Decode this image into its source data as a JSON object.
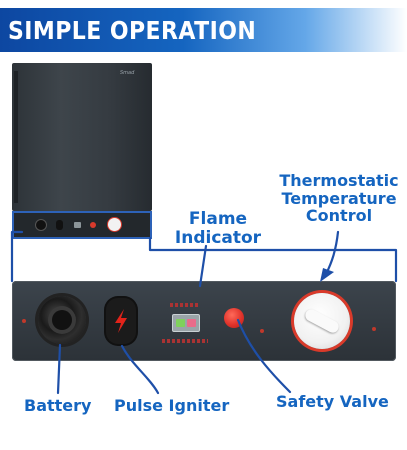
{
  "banner": {
    "title": "SIMPLE OPERATION"
  },
  "labels": {
    "thermostat": [
      "Thermostatic",
      "Temperature",
      "Control"
    ],
    "flame": [
      "Flame",
      "Indicator"
    ],
    "battery": "Battery",
    "pulse_igniter": "Pulse Igniter",
    "safety_valve": "Safety Valve"
  },
  "product": {
    "logo": "Smad"
  },
  "colors": {
    "accent_blue": "#1565c0",
    "banner_blue": "#0d47a1",
    "panel_dark": "#2c3238",
    "indicator_red": "#e0332b",
    "callout_line": "#1e4fa8"
  },
  "icons": {
    "igniter": "lightning-bolt-icon",
    "battery": "battery-cap-icon"
  }
}
